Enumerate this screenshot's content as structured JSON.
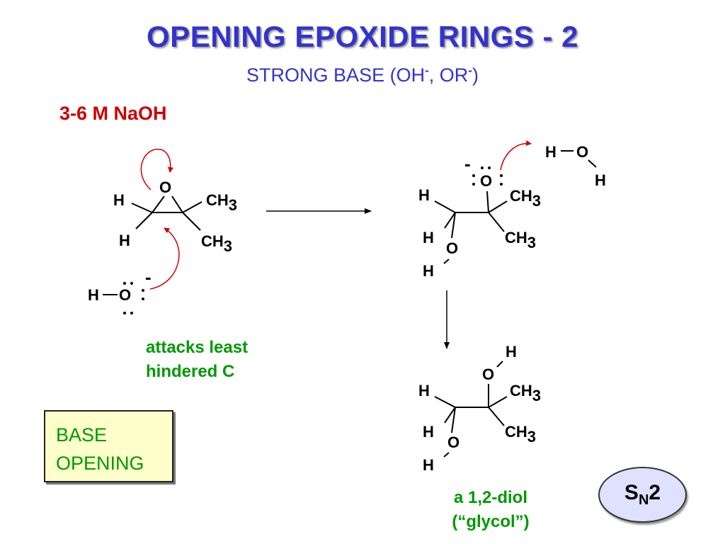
{
  "title": "OPENING EPOXIDE RINGS - 2",
  "subtitle": {
    "text_start": "STRONG BASE (OH",
    "sup1": "-",
    "text_mid": ", OR",
    "sup2": "-",
    "text_end": ")"
  },
  "reagent": "3-6 M NaOH",
  "note": {
    "line1": "attacks least",
    "line2": "hindered C"
  },
  "box": {
    "line1": "BASE",
    "line2": "OPENING"
  },
  "product_caption": {
    "line1": "a 1,2-diol",
    "line2": "(“glycol”)"
  },
  "mechanism_badge": {
    "main": "S",
    "sub": "N",
    "suffix": "2"
  },
  "atoms": {
    "H": "H",
    "O": "O",
    "CH": "CH",
    "sub3": "3",
    "charge": "-"
  },
  "colors": {
    "title": "#3333cc",
    "reagent": "#cc0000",
    "green_text": "#009900",
    "arrow_red": "#cc0000",
    "box_fill": "#ffffcc",
    "badge_fill": "#e0e0ff"
  }
}
